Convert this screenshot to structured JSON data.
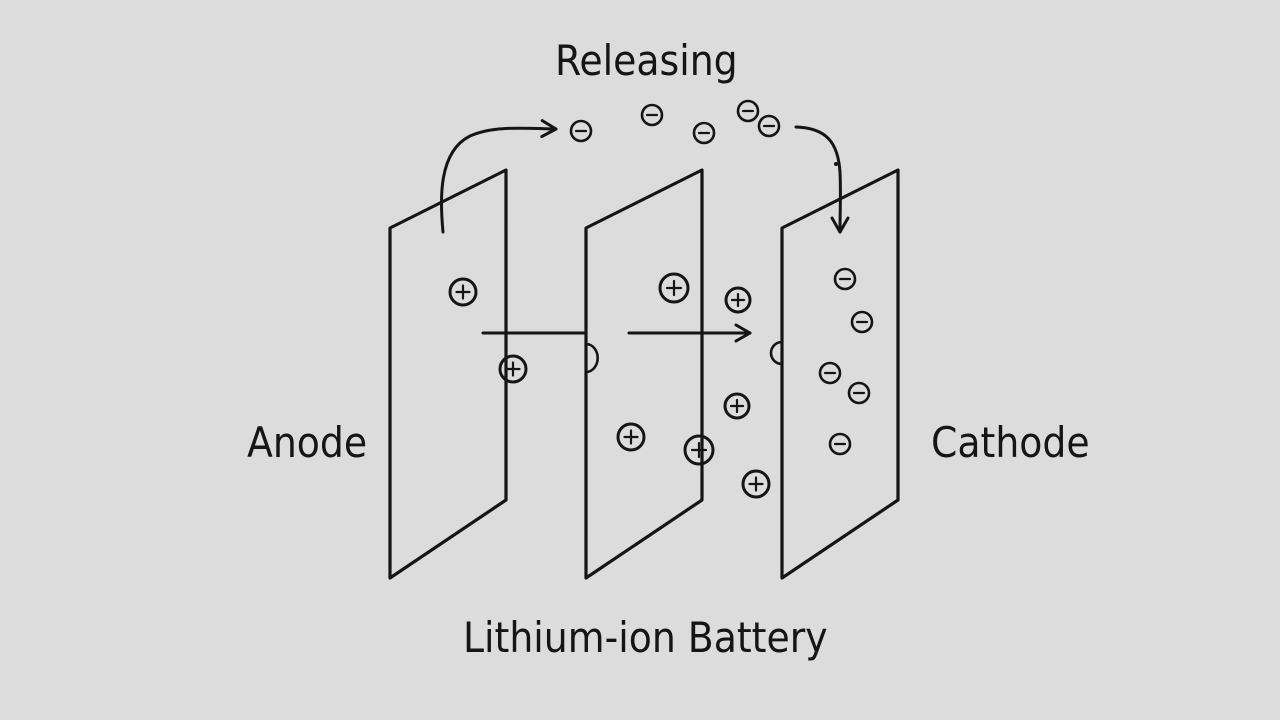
{
  "labels": {
    "releasing": "Releasing",
    "anode": "Anode",
    "cathode": "Cathode",
    "title": "Lithium-ion Battery"
  },
  "symbols": {
    "positive": "+",
    "negative": "−"
  },
  "colors": {
    "background": "#dcdcdc",
    "ink": "#151515"
  }
}
